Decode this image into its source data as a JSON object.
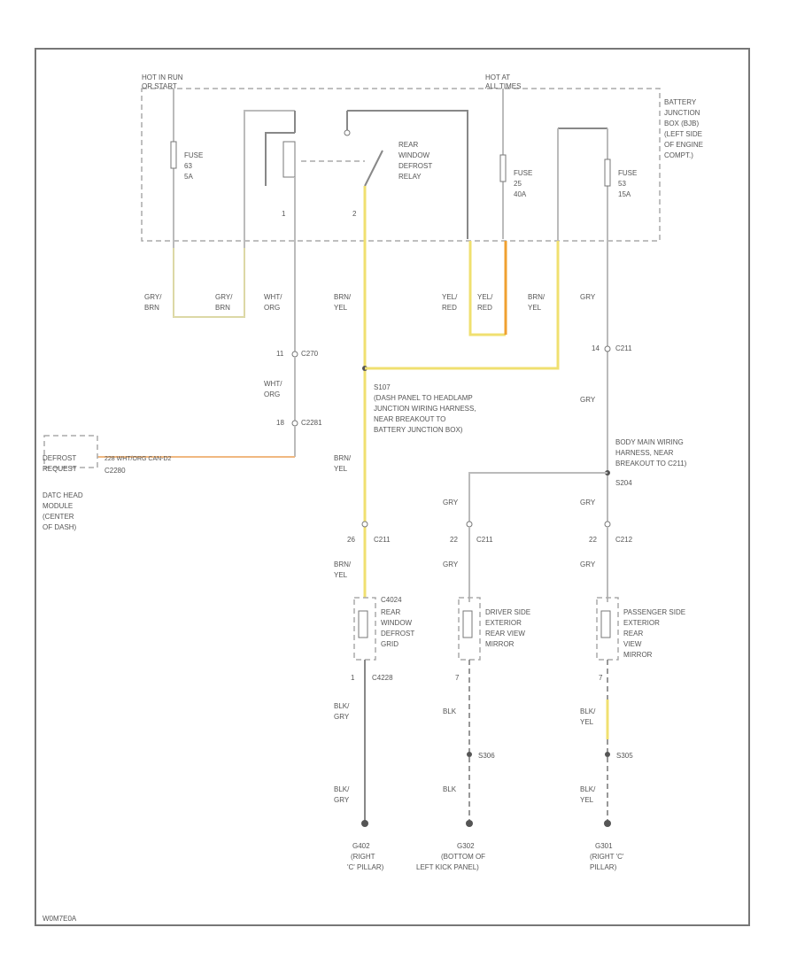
{
  "diagram": {
    "footer_code": "W0M7E0A",
    "power_sources": {
      "hot_run_start": [
        "HOT IN RUN",
        "OR START"
      ],
      "hot_at_all_times": [
        "HOT AT",
        "ALL TIMES"
      ]
    },
    "junction_box": [
      "BATTERY",
      "JUNCTION",
      "BOX (BJB)",
      "(LEFT SIDE",
      "OF ENGINE",
      "COMPT.)"
    ],
    "fuse_1": [
      "FUSE",
      "63",
      "5A"
    ],
    "fuse_2": [
      "FUSE",
      "25",
      "40A"
    ],
    "fuse_3": [
      "FUSE",
      "53",
      "15A"
    ],
    "relay": [
      "REAR",
      "WINDOW",
      "DEFROST",
      "RELAY"
    ],
    "relay_pins": {
      "pin_1": "1",
      "pin_2": "2"
    },
    "wire_colors": {
      "gry_brn_1": [
        "GRY/",
        "BRN"
      ],
      "gry_brn_2": [
        "GRY/",
        "BRN"
      ],
      "wht_org_1": [
        "WHT/",
        "ORG"
      ],
      "brn_yel_1": [
        "BRN/",
        "YEL"
      ],
      "yel_red_1": [
        "YEL/",
        "RED"
      ],
      "yel_red_2": [
        "YEL/",
        "RED"
      ],
      "brn_yel_2": [
        "BRN/",
        "YEL"
      ],
      "gry_1": "GRY",
      "wht_org_2": [
        "WHT/",
        "ORG"
      ],
      "gry_2": "GRY",
      "brn_yel_3": [
        "BRN/",
        "YEL"
      ],
      "gry_3": "GRY",
      "gry_4": "GRY",
      "brn_yel_4": [
        "BRN/",
        "YEL"
      ],
      "gry_5": "GRY",
      "gry_6": "GRY",
      "blk_gry_1": [
        "BLK/",
        "GRY"
      ],
      "blk_1": "BLK",
      "blk_yel_1": [
        "BLK/",
        "YEL"
      ],
      "blk_gry_2": [
        "BLK/",
        "GRY"
      ],
      "blk_2": "BLK",
      "blk_yel_2": [
        "BLK/",
        "YEL"
      ]
    },
    "connectors": {
      "c270": {
        "pin": "11",
        "name": "C270"
      },
      "c2211": {
        "pin": "14",
        "name": "C211"
      },
      "c2281": {
        "pin": "18",
        "name": "C2281"
      },
      "c211a": {
        "pin": "26",
        "name": "C211"
      },
      "c211b": {
        "pin": "22",
        "name": "C211"
      },
      "c212": {
        "pin": "22",
        "name": "C212"
      },
      "c4228": {
        "pin": "1",
        "name": "C4228"
      },
      "pin_7a": "7",
      "pin_7b": "7"
    },
    "splice_s107": [
      "S107",
      "(DASH PANEL TO HEADLAMP",
      "JUNCTION WIRING HARNESS,",
      "NEAR BREAKOUT TO",
      "BATTERY JUNCTION BOX)"
    ],
    "splice_s204": [
      "BODY MAIN WIRING",
      "HARNESS, NEAR",
      "BREAKOUT TO C211)",
      "S204"
    ],
    "defrost_request": {
      "label": [
        "DEFROST",
        "REQUEST"
      ],
      "wire": "228   WHT/ORG   CAN-D2",
      "conn": "C2280",
      "module": [
        "DATC HEAD",
        "MODULE",
        "(CENTER",
        "OF DASH)"
      ]
    },
    "rear_grid": [
      "C4024",
      "REAR",
      "WINDOW",
      "DEFROST",
      "GRID"
    ],
    "driver_mirror": [
      "DRIVER SIDE",
      "EXTERIOR",
      "REAR VIEW",
      "MIRROR"
    ],
    "passenger_mirror": [
      "PASSENGER SIDE",
      "EXTERIOR",
      "REAR",
      "VIEW",
      "MIRROR"
    ],
    "splices": {
      "s306": "S306",
      "s305": "S305"
    },
    "grounds": {
      "g402": [
        "G402",
        "(RIGHT",
        "'C' PILLAR)"
      ],
      "g302": [
        "G302",
        "(BOTTOM OF",
        "LEFT KICK PANEL)"
      ],
      "g301": [
        "G301",
        "(RIGHT 'C'",
        "PILLAR)"
      ]
    },
    "colors": {
      "yellow": "#f0e070",
      "orange": "#f0a030",
      "light_orange": "#f0b880",
      "gray": "#bbbbbb"
    }
  }
}
